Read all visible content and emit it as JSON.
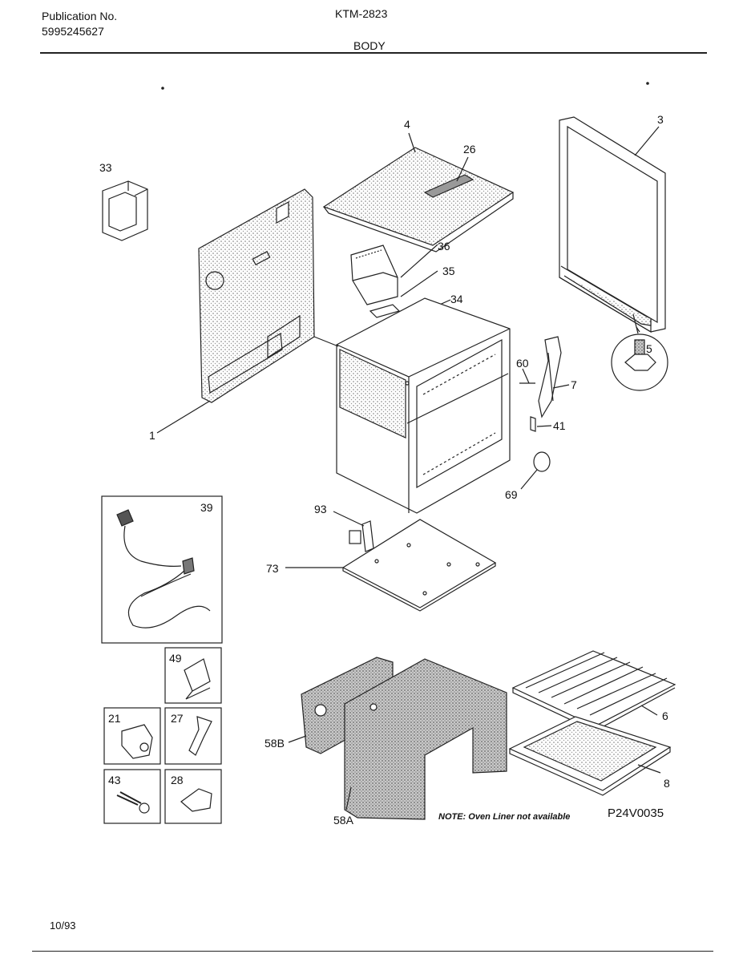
{
  "header": {
    "publication_label": "Publication No.",
    "publication_number": "5995245627",
    "model": "KTM-2823",
    "section": "BODY"
  },
  "callouts": {
    "c1": "1",
    "c3": "3",
    "c4": "4",
    "c5": "5",
    "c6": "6",
    "c7": "7",
    "c8": "8",
    "c21": "21",
    "c26": "26",
    "c27": "27",
    "c28": "28",
    "c33": "33",
    "c34": "34",
    "c35": "35",
    "c36": "36",
    "c39": "39",
    "c41": "41",
    "c43": "43",
    "c49": "49",
    "c58a": "58A",
    "c58b": "58B",
    "c60": "60",
    "c69": "69",
    "c73": "73",
    "c93": "93"
  },
  "note": "NOTE: Oven Liner not available",
  "diagram_code": "P24V0035",
  "footer": {
    "date": "10/93"
  }
}
